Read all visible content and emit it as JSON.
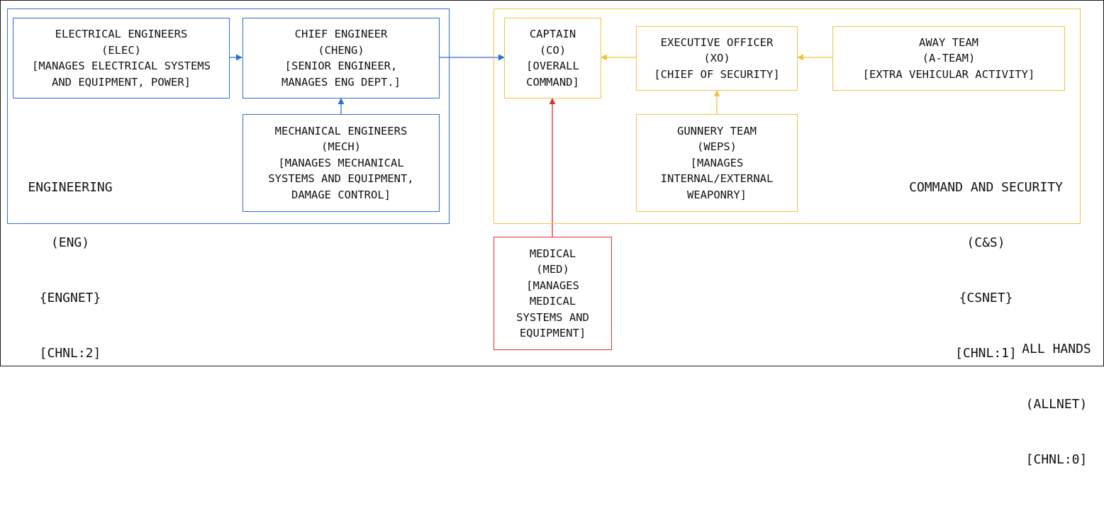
{
  "colors": {
    "engineering": "#2f6fd0",
    "command_security": "#f1c43f",
    "medical": "#e03030",
    "outer_border": "#1a1a1a"
  },
  "groups": {
    "engineering": {
      "name": "ENGINEERING",
      "abbr": "(ENG)",
      "net": "{ENGNET}",
      "channel": "[CHNL:2]"
    },
    "command_security": {
      "name": "COMMAND AND SECURITY",
      "abbr": "(C&S)",
      "net": "{CSNET}",
      "channel": "[CHNL:1]"
    },
    "all_hands": {
      "name": "ALL HANDS",
      "abbr": "(ALLNET)",
      "channel": "[CHNL:0]"
    }
  },
  "nodes": {
    "electrical": {
      "title": "ELECTRICAL ENGINEERS",
      "abbr": "(ELEC)",
      "desc": [
        "[MANAGES ELECTRICAL SYSTEMS",
        "AND EQUIPMENT, POWER]"
      ]
    },
    "chief_engineer": {
      "title": "CHIEF ENGINEER",
      "abbr": "(CHENG)",
      "desc": [
        "[SENIOR ENGINEER,",
        "MANAGES ENG DEPT.]"
      ]
    },
    "mechanical": {
      "title": "MECHANICAL ENGINEERS",
      "abbr": "(MECH)",
      "desc": [
        "[MANAGES MECHANICAL",
        "SYSTEMS AND EQUIPMENT,",
        "DAMAGE CONTROL]"
      ]
    },
    "captain": {
      "title": "CAPTAIN",
      "abbr": "(CO)",
      "desc": [
        "[OVERALL",
        "COMMAND]"
      ]
    },
    "executive_officer": {
      "title": "EXECUTIVE OFFICER",
      "abbr": "(XO)",
      "desc": [
        "[CHIEF OF SECURITY]"
      ]
    },
    "away_team": {
      "title": "AWAY TEAM",
      "abbr": "(A-TEAM)",
      "desc": [
        "[EXTRA VEHICULAR ACTIVITY]"
      ]
    },
    "gunnery": {
      "title": "GUNNERY TEAM",
      "abbr": "(WEPS)",
      "desc": [
        "[MANAGES",
        "INTERNAL/EXTERNAL",
        "WEAPONRY]"
      ]
    },
    "medical": {
      "title": "MEDICAL",
      "abbr": "(MED)",
      "desc": [
        "[MANAGES",
        "MEDICAL",
        "SYSTEMS AND",
        "EQUIPMENT]"
      ]
    }
  }
}
